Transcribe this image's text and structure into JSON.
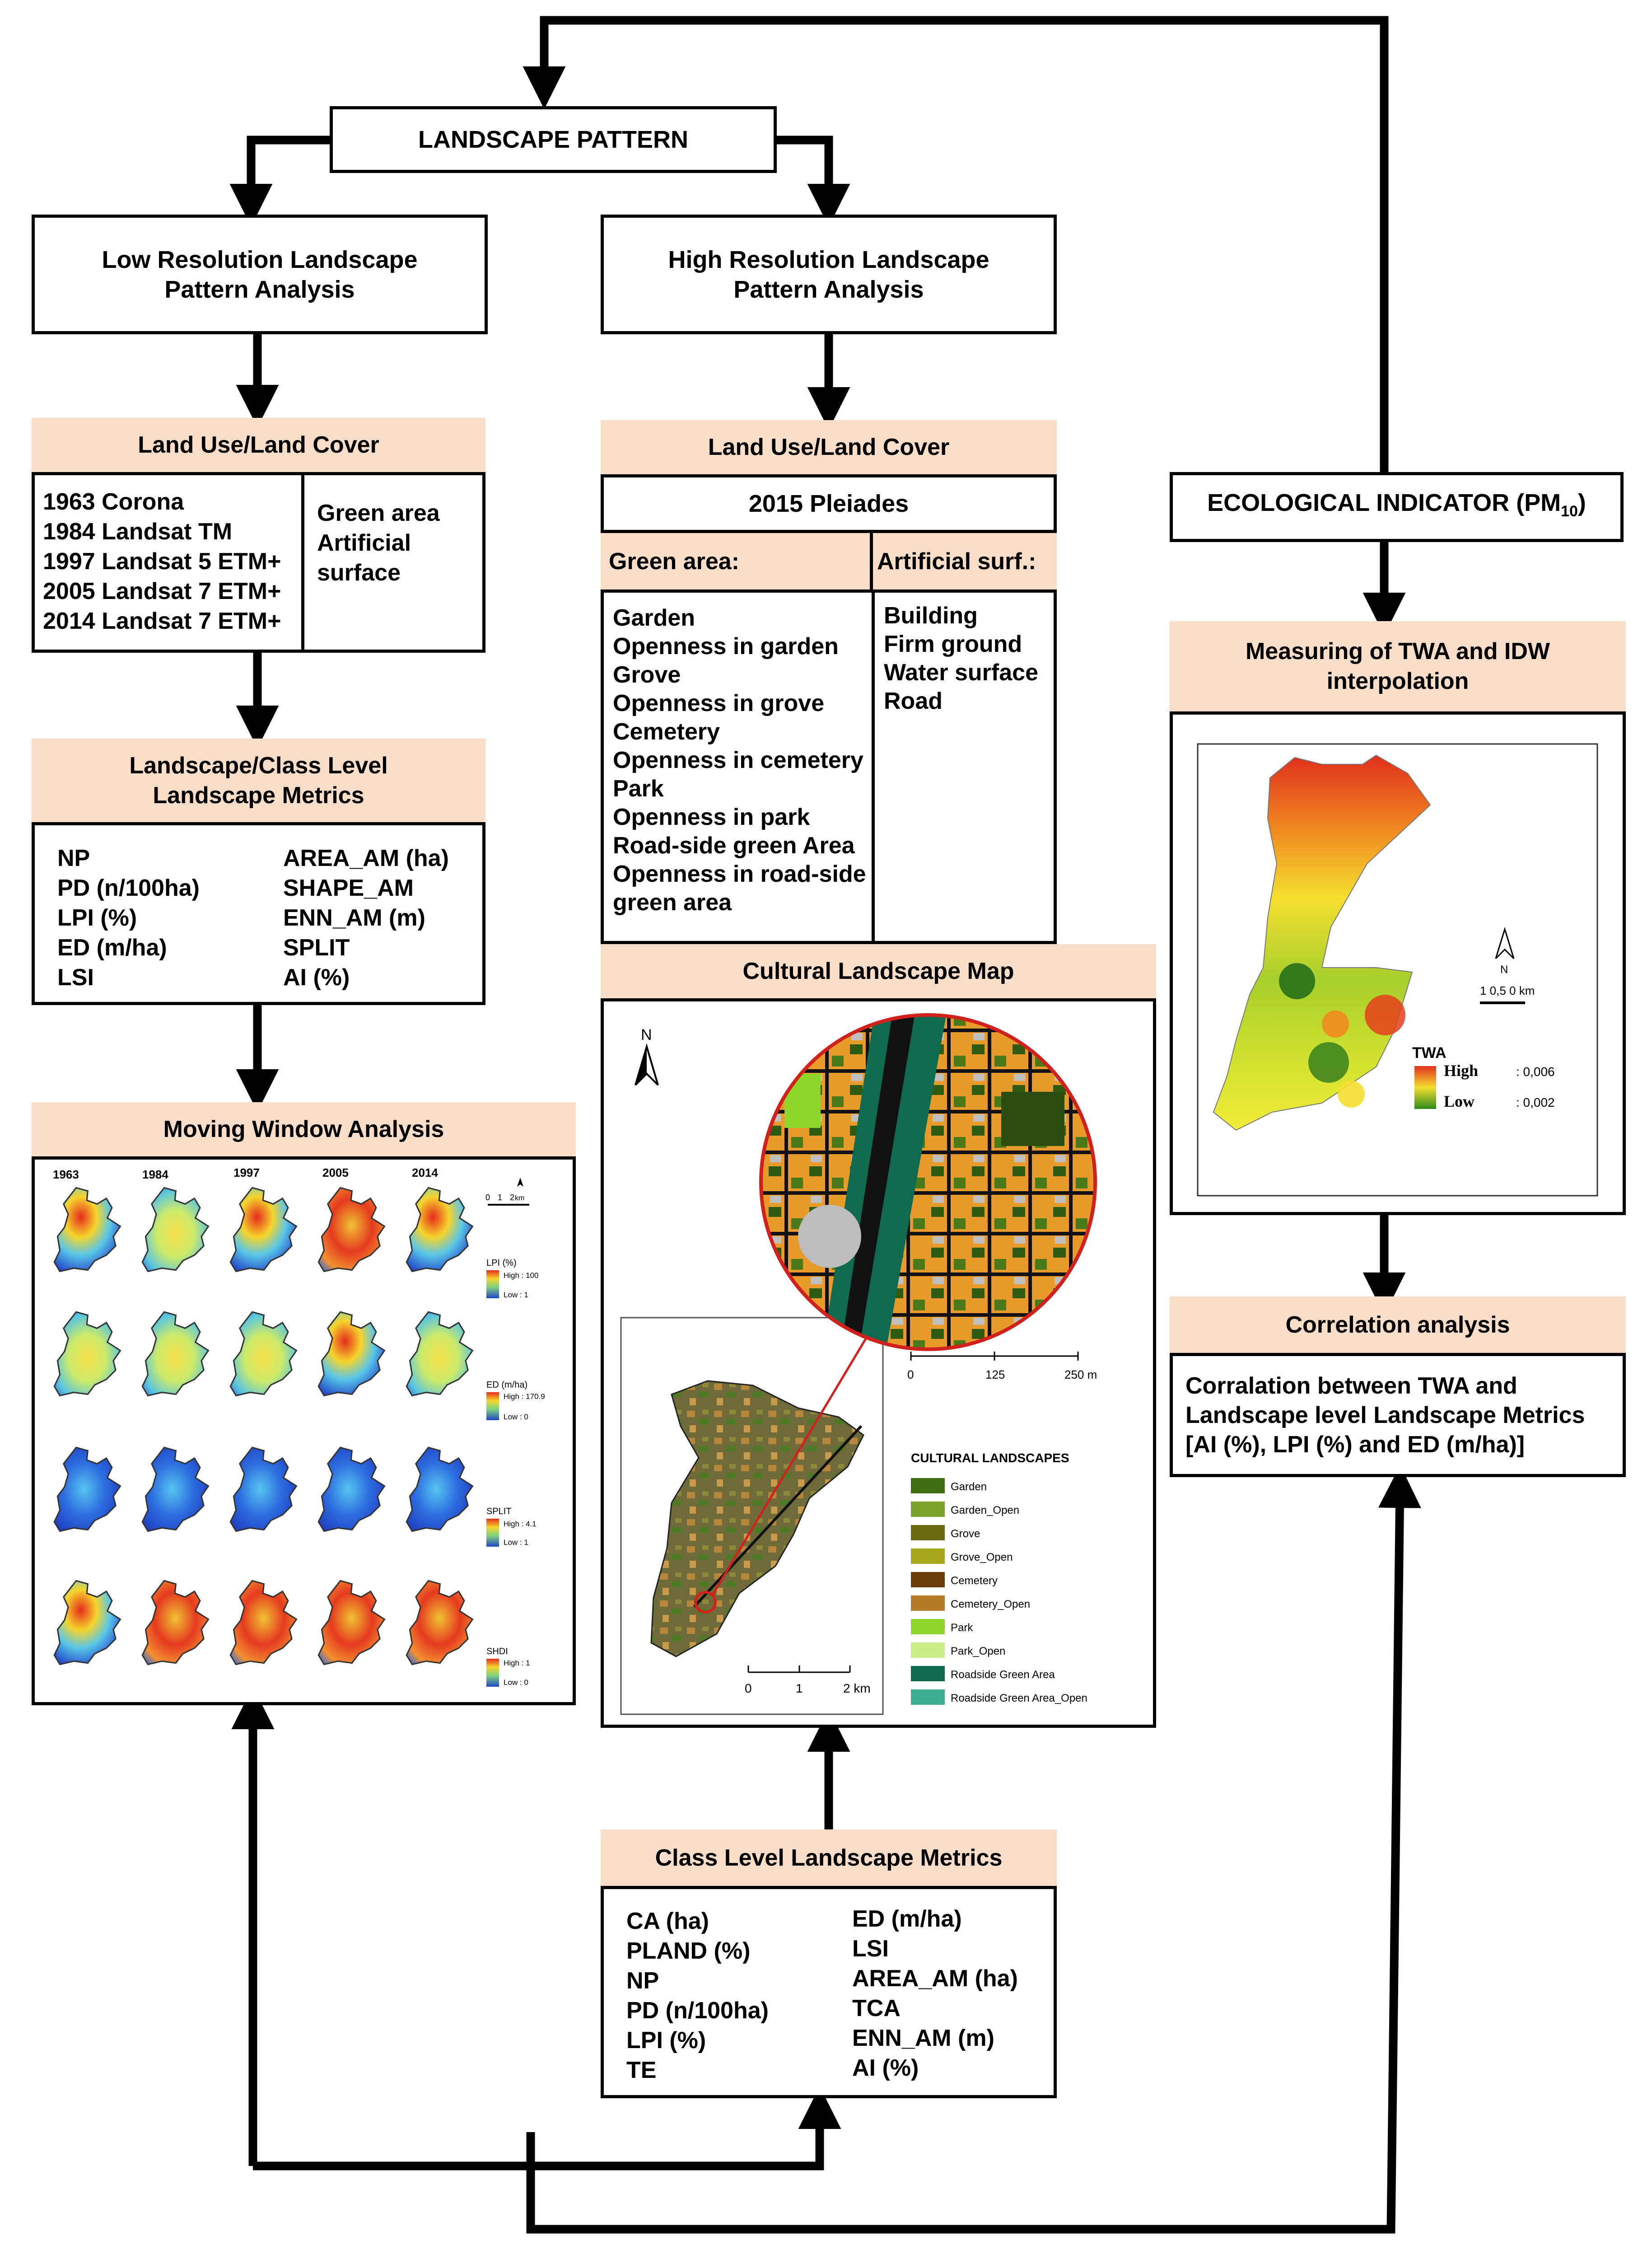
{
  "top": {
    "title": "LANDSCAPE PATTERN"
  },
  "low_res": {
    "title": "Low Resolution Landscape Pattern Analysis"
  },
  "high_res": {
    "title": "High Resolution Landscape Pattern Analysis"
  },
  "lulc_low": {
    "header": "Land Use/Land Cover",
    "sensors": [
      "1963 Corona",
      "1984 Landsat TM",
      "1997 Landsat 5 ETM+",
      "2005 Landsat 7 ETM+",
      "2014 Landsat 7 ETM+"
    ],
    "classes": [
      "Green area",
      "Artificial",
      "surface"
    ]
  },
  "metrics_low": {
    "header": "Landscape/Class Level Landscape Metrics",
    "left": [
      "NP",
      "PD (n/100ha)",
      "LPI (%)",
      "ED  (m/ha)",
      "LSI"
    ],
    "right": [
      "AREA_AM (ha)",
      "SHAPE_AM",
      "ENN_AM (m)",
      "SPLIT",
      "AI (%)"
    ]
  },
  "moving_window": {
    "header": "Moving Window Analysis",
    "years": [
      "1963",
      "1984",
      "1997",
      "2005",
      "2014"
    ],
    "scale_ticks": [
      "0",
      "1",
      "2"
    ],
    "scale_unit": "km",
    "legends": [
      {
        "name": "LPI (%)",
        "high": "High : 100",
        "low": "Low : 1"
      },
      {
        "name": "ED (m/ha)",
        "high": "High : 170.9",
        "low": "Low : 0"
      },
      {
        "name": "SPLIT",
        "high": "High : 4.1",
        "low": "Low : 1"
      },
      {
        "name": "SHDI",
        "high": "High : 1",
        "low": "Low : 0"
      }
    ]
  },
  "lulc_high": {
    "header": "Land Use/Land Cover",
    "source": "2015 Pleiades",
    "green_title": "Green area:",
    "artificial_title": "Artificial surf.:",
    "green_items": [
      "Garden",
      "Openness in garden",
      "Grove",
      "Openness in grove",
      "Cemetery",
      "Openness in cemetery",
      "Park",
      "Openness in park",
      "Road-side green Area",
      "Openness in road-side",
      "green area"
    ],
    "artificial_items": [
      "Building",
      "Firm ground",
      "Water surface",
      "Road"
    ]
  },
  "cultural_map": {
    "header": "Cultural Landscape Map",
    "north": "N",
    "zoom_scale": [
      "0",
      "125",
      "250 m"
    ],
    "main_scale": [
      "0",
      "1",
      "2 km"
    ],
    "legend_title": "CULTURAL LANDSCAPES",
    "legend": [
      {
        "label": "Garden",
        "color": "#3f6e12"
      },
      {
        "label": "Garden_Open",
        "color": "#7ba22a"
      },
      {
        "label": "Grove",
        "color": "#6b6b10"
      },
      {
        "label": "Grove_Open",
        "color": "#a9a81c"
      },
      {
        "label": "Cemetery",
        "color": "#6a3c08"
      },
      {
        "label": "Cemetery_Open",
        "color": "#b57a25"
      },
      {
        "label": "Park",
        "color": "#8fd62a"
      },
      {
        "label": "Park_Open",
        "color": "#c9ee8a"
      },
      {
        "label": "Roadside Green Area",
        "color": "#0f6a50"
      },
      {
        "label": "Roadside Green Area_Open",
        "color": "#3cae90"
      }
    ]
  },
  "class_metrics": {
    "header": "Class Level Landscape Metrics",
    "left": [
      "CA (ha)",
      "PLAND (%)",
      "NP",
      "PD (n/100ha)",
      "LPI (%)",
      "TE"
    ],
    "right": [
      "ED  (m/ha)",
      "LSI",
      "AREA_AM (ha)",
      "TCA",
      "ENN_AM (m)",
      "AI (%)"
    ]
  },
  "eco": {
    "label": "ECOLOGICAL INDICATOR (PM",
    "subscript": "10",
    "close": ")"
  },
  "twa": {
    "header": "Measuring of TWA and IDW interpolation",
    "north": "N",
    "scale": "1  0,5    0 km",
    "legend_title": "TWA",
    "high_label": "High",
    "high_value": ": 0,006",
    "low_label": "Low",
    "low_value": ": 0,002"
  },
  "correlation": {
    "header": "Correlation analysis",
    "lines": [
      "Corralation between TWA and",
      "Landscape level Landscape Metrics",
      "[AI (%), LPI (%) and ED  (m/ha)]"
    ]
  }
}
